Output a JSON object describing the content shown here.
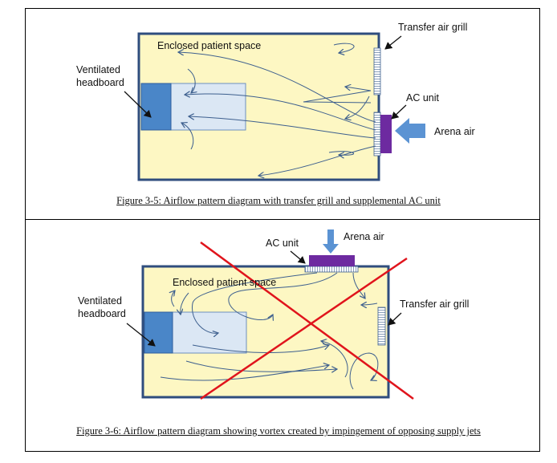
{
  "figure1": {
    "caption": "Figure 3-5: Airflow pattern diagram with transfer grill and supplemental AC unit",
    "labels": {
      "space": "Enclosed patient space",
      "headboard_line1": "Ventilated",
      "headboard_line2": "headboard",
      "transfer_grill": "Transfer air grill",
      "ac_unit": "AC unit",
      "arena_air": "Arena air"
    }
  },
  "figure2": {
    "caption": "Figure 3-6: Airflow pattern diagram showing vortex created by impingement of opposing supply jets",
    "labels": {
      "space": "Enclosed patient space",
      "headboard_line1": "Ventilated",
      "headboard_line2": "headboard",
      "transfer_grill": "Transfer air grill",
      "ac_unit": "AC unit",
      "arena_air": "Arena air"
    }
  },
  "colors": {
    "room_fill": "#fdf7c3",
    "room_border": "#2f4d7e",
    "headboard": "#4a86c8",
    "headboard_zone": "#dbe7f4",
    "ac_unit": "#6d2aa0",
    "arena_arrow": "#5b93d3",
    "flow_line": "#3d5f8e",
    "cross": "#e0141c"
  }
}
